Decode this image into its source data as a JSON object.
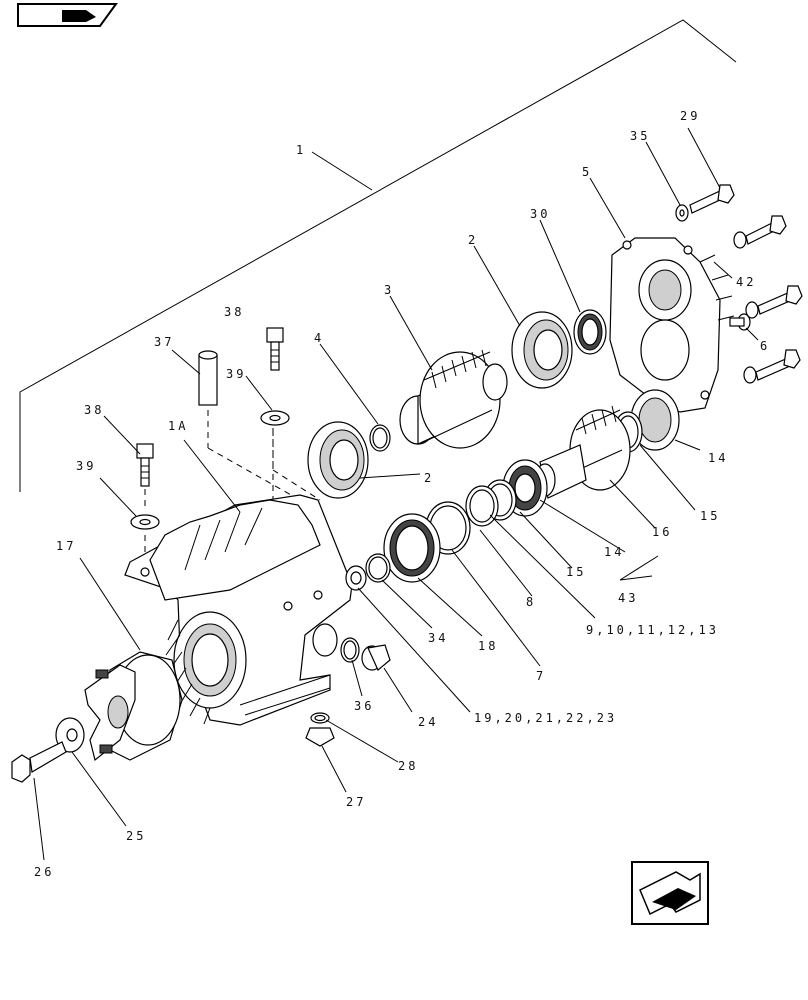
{
  "labels": {
    "l1": "1",
    "l1a": "1A",
    "l2a": "2",
    "l2b": "2",
    "l3": "3",
    "l4": "4",
    "l5": "5",
    "l6": "6",
    "l7": "7",
    "l8": "8",
    "l9": "9,10,11,12,13",
    "l14a": "14",
    "l14b": "14",
    "l15a": "15",
    "l15b": "15",
    "l16": "16",
    "l17": "17",
    "l18": "18",
    "l19": "19,20,21,22,23",
    "l24": "24",
    "l25": "25",
    "l26": "26",
    "l27": "27",
    "l28": "28",
    "l29": "29",
    "l30": "30",
    "l34": "34",
    "l35": "35",
    "l36": "36",
    "l37": "37",
    "l38a": "38",
    "l38b": "38",
    "l39a": "39",
    "l39b": "39",
    "l42": "42",
    "l43": "43"
  },
  "icons": {
    "top_left": "book-icon",
    "bottom_right": "return-arrow-icon"
  }
}
